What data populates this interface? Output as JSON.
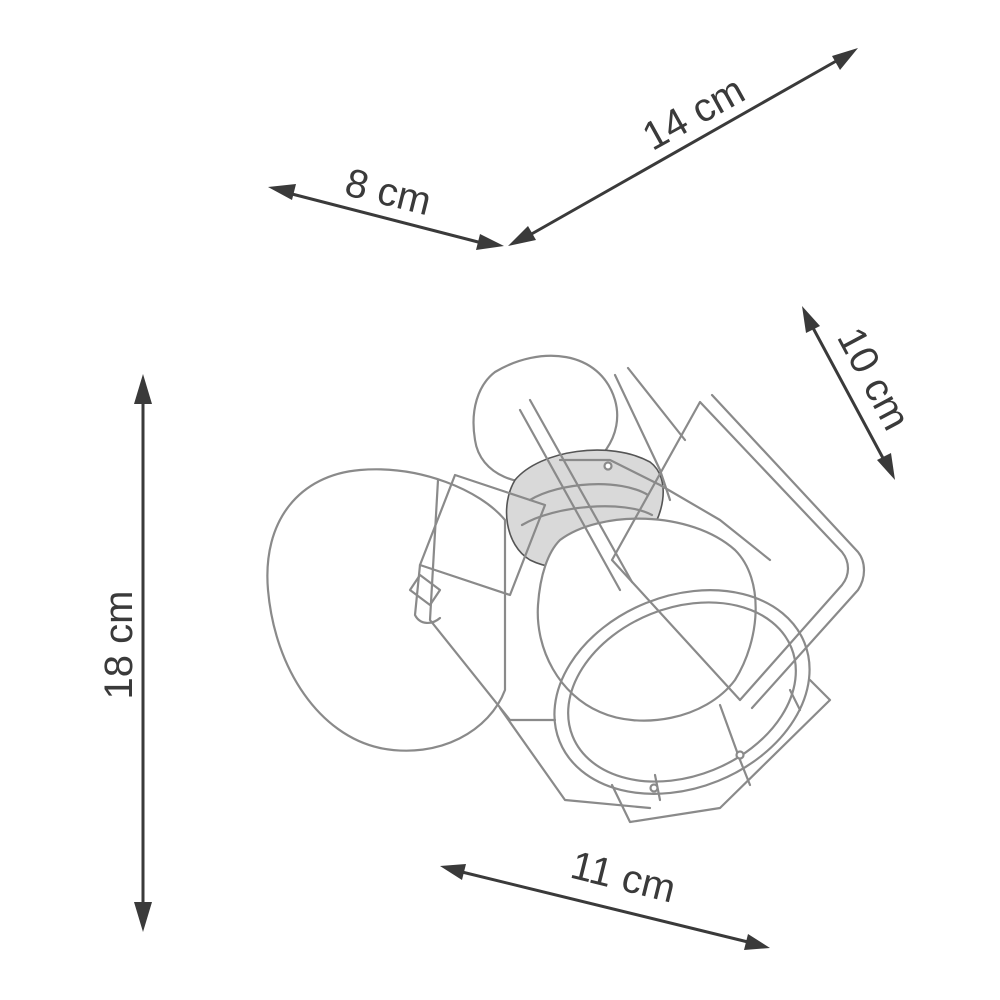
{
  "dimensions": {
    "depth_8": "8 cm",
    "width_14": "14 cm",
    "height_10": "10 cm",
    "height_18": "18 cm",
    "width_11": "11 cm"
  },
  "colors": {
    "dimension": "#3a3a3a",
    "product_outline": "#8a8a8a",
    "background": "#ffffff"
  }
}
